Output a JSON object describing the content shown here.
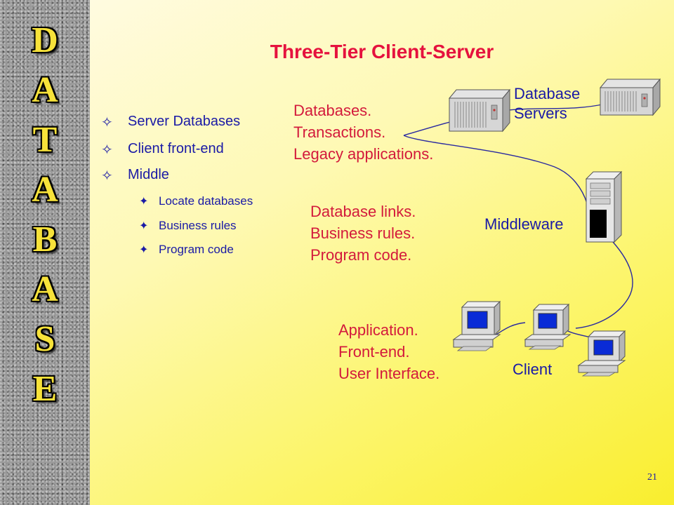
{
  "sidebar": {
    "letters": [
      "D",
      "A",
      "T",
      "A",
      "B",
      "A",
      "S",
      "E"
    ]
  },
  "title": "Three-Tier Client-Server",
  "bullets": {
    "level1": [
      "Server Databases",
      "Client front-end",
      "Middle"
    ],
    "level2": [
      "Locate databases",
      "Business rules",
      "Program code"
    ]
  },
  "tiers": {
    "database": {
      "lines": [
        "Databases.",
        "Transactions.",
        "Legacy applications."
      ]
    },
    "middle": {
      "lines": [
        "Database links.",
        "Business rules.",
        "Program code."
      ]
    },
    "client": {
      "lines": [
        "Application.",
        "Front-end.",
        "User Interface."
      ]
    }
  },
  "labels": {
    "database_servers": [
      "Database",
      "Servers"
    ],
    "middleware": "Middleware",
    "client": "Client"
  },
  "page_number": "21"
}
